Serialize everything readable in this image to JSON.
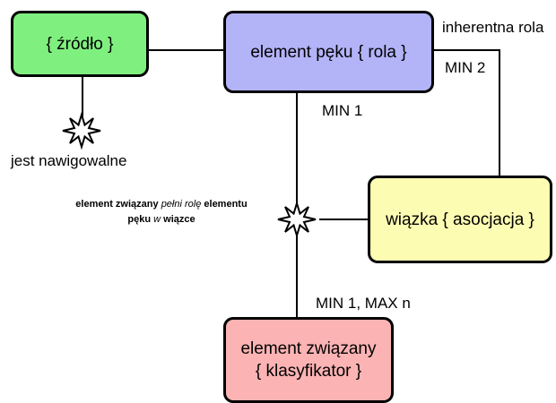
{
  "colors": {
    "source_fill": "#7ff07f",
    "bundle_fill": "#b3b3f8",
    "bound_fill": "#fbb3b3",
    "association_fill": "#fcfcb3",
    "border": "#000000"
  },
  "nodes": {
    "source": "{ źródło }",
    "bundle_element": "element pęku { rola }",
    "bound_element": {
      "line1": "element związany",
      "line2": "{ klasyfikator }"
    },
    "association": "wiązka { asocjacja }"
  },
  "labels": {
    "navigable": "jest nawigowalne",
    "inherent_role": "inherentna rola",
    "min2": "MIN 2",
    "min1": "MIN 1",
    "min1_maxn": "MIN 1, MAX n"
  },
  "note": {
    "part1": "element związany",
    "part2": "pełni rolę",
    "part3": "elementu",
    "part4": "pęku",
    "part5": "w",
    "part6": "wiązce"
  },
  "icons": [
    "star-burst-icon",
    "star-burst-icon"
  ]
}
